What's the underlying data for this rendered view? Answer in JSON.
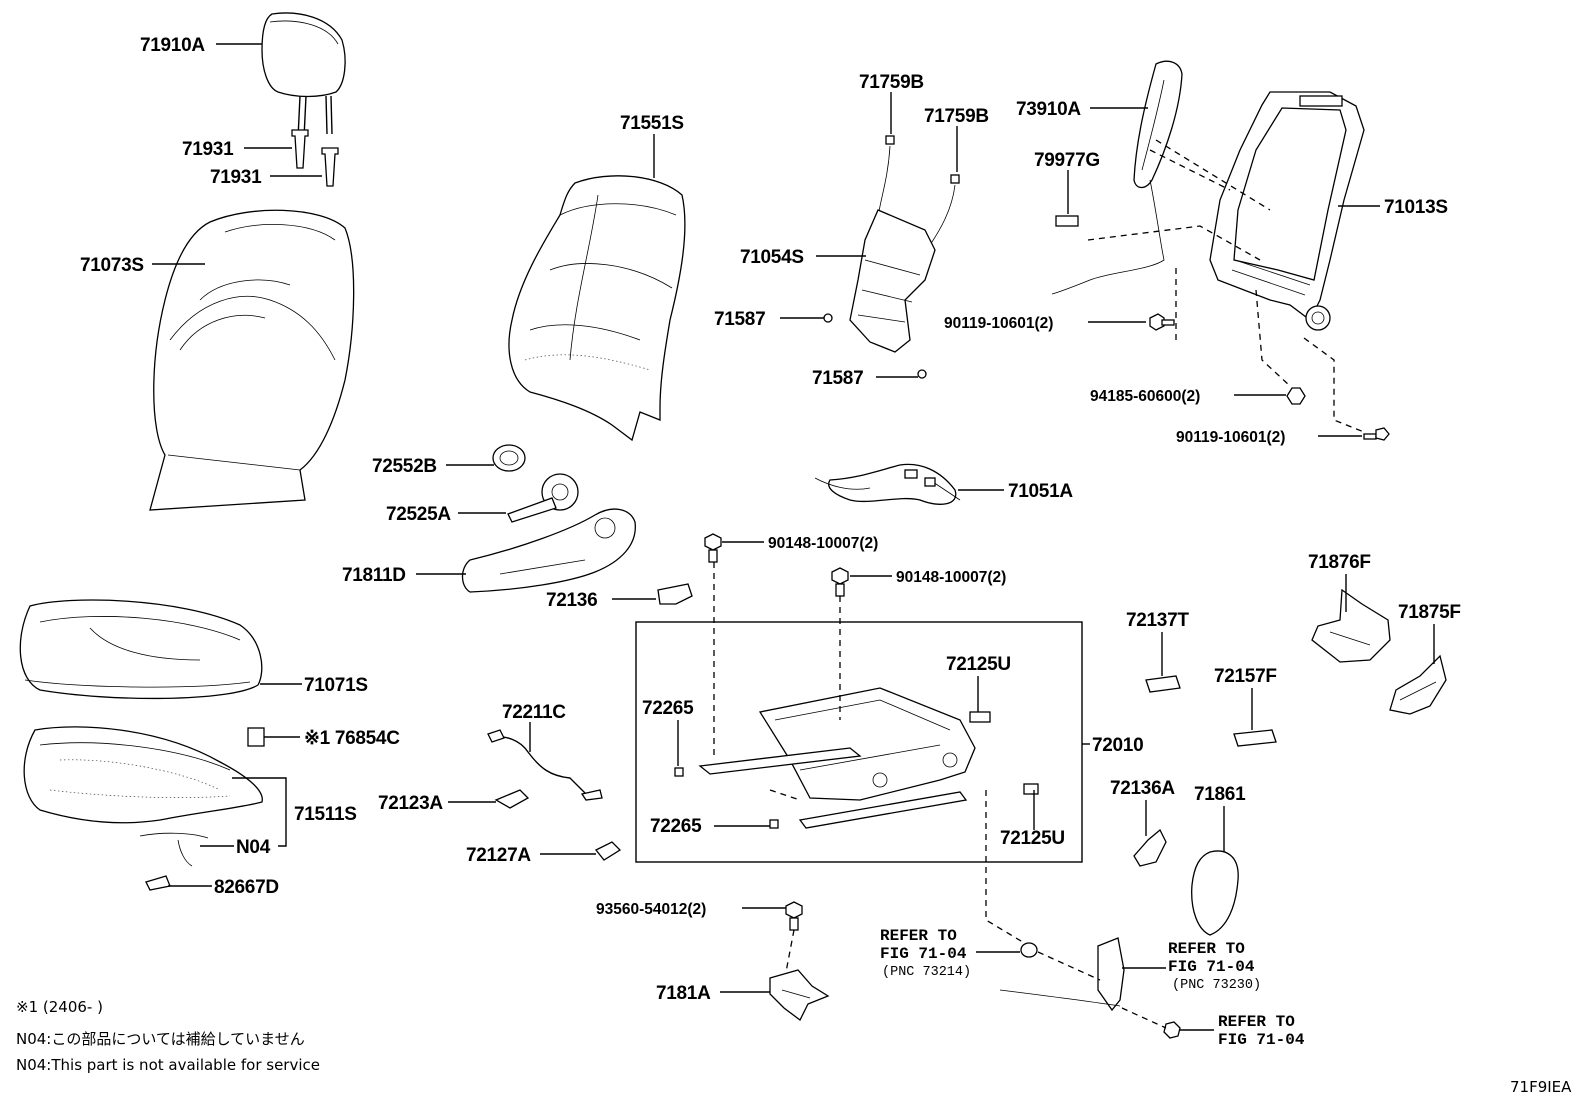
{
  "figure_code": "71F9IEA",
  "part_labels": {
    "p71910A": "71910A",
    "p71931a": "71931",
    "p71931b": "71931",
    "p71073S": "71073S",
    "p71551S": "71551S",
    "p71759Ba": "71759B",
    "p71759Bb": "71759B",
    "p71054S": "71054S",
    "p71587a": "71587",
    "p71587b": "71587",
    "p73910A": "73910A",
    "p79977G": "79977G",
    "p71013S": "71013S",
    "p90119a": "90119-10601(2)",
    "p94185": "94185-60600(2)",
    "p90119b": "90119-10601(2)",
    "p72552B": "72552B",
    "p72525A": "72525A",
    "p71051A": "71051A",
    "p71811D": "71811D",
    "p90148a": "90148-10007(2)",
    "p90148b": "90148-10007(2)",
    "p72136": "72136",
    "p71876F": "71876F",
    "p71875F": "71875F",
    "p71071S": "71071S",
    "p72137T": "72137T",
    "p72125Ua": "72125U",
    "p72265a": "72265",
    "p72211C": "72211C",
    "p72157F": "72157F",
    "p76854C": "※1 76854C",
    "p72010": "72010",
    "p71511S": "71511S",
    "p72123A": "72123A",
    "p72136A": "72136A",
    "p71861": "71861",
    "p72265b": "72265",
    "pN04": "N04",
    "p72125Ub": "72125U",
    "p72127A": "72127A",
    "p82667D": "82667D",
    "p93560": "93560-54012(2)",
    "p7181A": "7181A"
  },
  "refs": {
    "r1_line1": "REFER TO",
    "r1_line2": "FIG 71-04",
    "r1_line3": "(PNC 73214)",
    "r2_line1": "REFER TO",
    "r2_line2": "FIG 71-04",
    "r2_line3": "(PNC 73230)",
    "r3_line1": "REFER TO",
    "r3_line2": "FIG 71-04"
  },
  "notes": {
    "note1": "※1 (2406-      )",
    "note2": "N04:この部品については補給していません",
    "note3": "N04:This part is not available for service"
  }
}
